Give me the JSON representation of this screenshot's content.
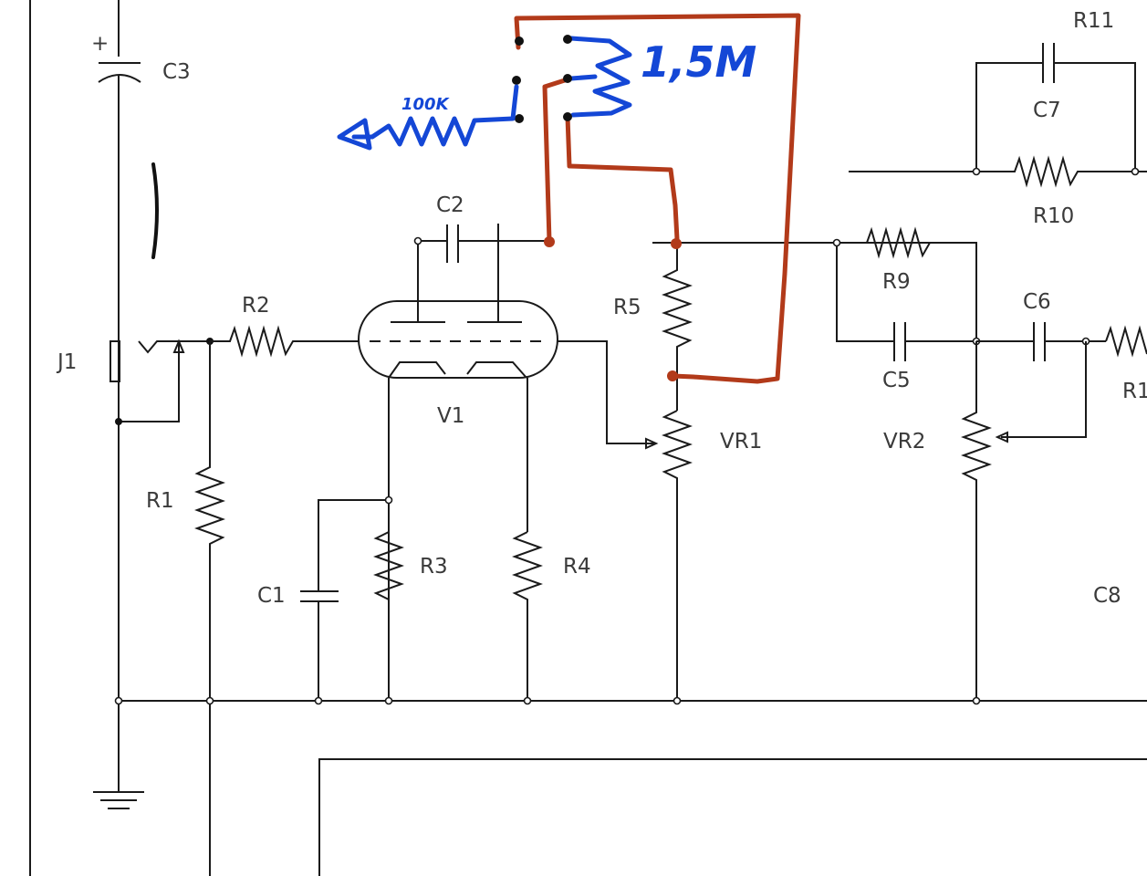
{
  "labels": {
    "c3": "C3",
    "c2": "C2",
    "c1": "C1",
    "c5": "C5",
    "c6": "C6",
    "c7": "C7",
    "c8": "C8",
    "r1": "R1",
    "r2": "R2",
    "r3": "R3",
    "r4": "R4",
    "r5": "R5",
    "r9": "R9",
    "r10": "R10",
    "r11": "R11",
    "r1x": "R1",
    "j1": "J1",
    "v1": "V1",
    "vr1": "VR1",
    "vr2": "VR2",
    "plus": "+"
  },
  "annotations": {
    "pot_value": "1,5M",
    "resistor_value": "100K"
  },
  "colors": {
    "schematic": "#1a1a1a",
    "label": "#3a3a3a",
    "red_wire": "#b23a1a",
    "blue_ink": "#1447d6"
  }
}
